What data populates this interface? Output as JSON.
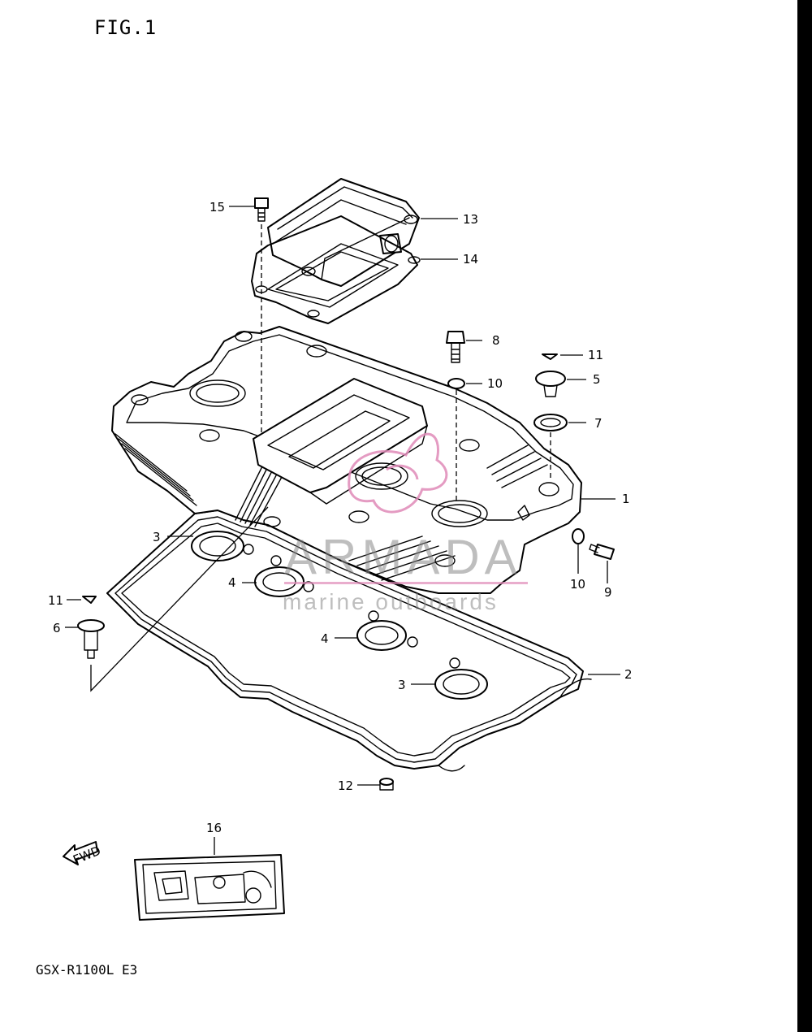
{
  "figure": {
    "title": "FIG.1",
    "model": "GSX-R1100L E3"
  },
  "arrow_label": "FWD",
  "watermark": {
    "brand": "ARMADA",
    "tagline": "marine outboards",
    "color": "#e08ab8"
  },
  "callouts": [
    {
      "id": "c1",
      "text": "1"
    },
    {
      "id": "c2",
      "text": "2"
    },
    {
      "id": "c3a",
      "text": "3"
    },
    {
      "id": "c3b",
      "text": "3"
    },
    {
      "id": "c4a",
      "text": "4"
    },
    {
      "id": "c4b",
      "text": "4"
    },
    {
      "id": "c5",
      "text": "5"
    },
    {
      "id": "c6",
      "text": "6"
    },
    {
      "id": "c7",
      "text": "7"
    },
    {
      "id": "c8",
      "text": "8"
    },
    {
      "id": "c9",
      "text": "9"
    },
    {
      "id": "c10a",
      "text": "10"
    },
    {
      "id": "c10b",
      "text": "10"
    },
    {
      "id": "c11a",
      "text": "11"
    },
    {
      "id": "c11b",
      "text": "11"
    },
    {
      "id": "c12",
      "text": "12"
    },
    {
      "id": "c13",
      "text": "13"
    },
    {
      "id": "c14",
      "text": "14"
    },
    {
      "id": "c15",
      "text": "15"
    },
    {
      "id": "c16",
      "text": "16"
    }
  ]
}
